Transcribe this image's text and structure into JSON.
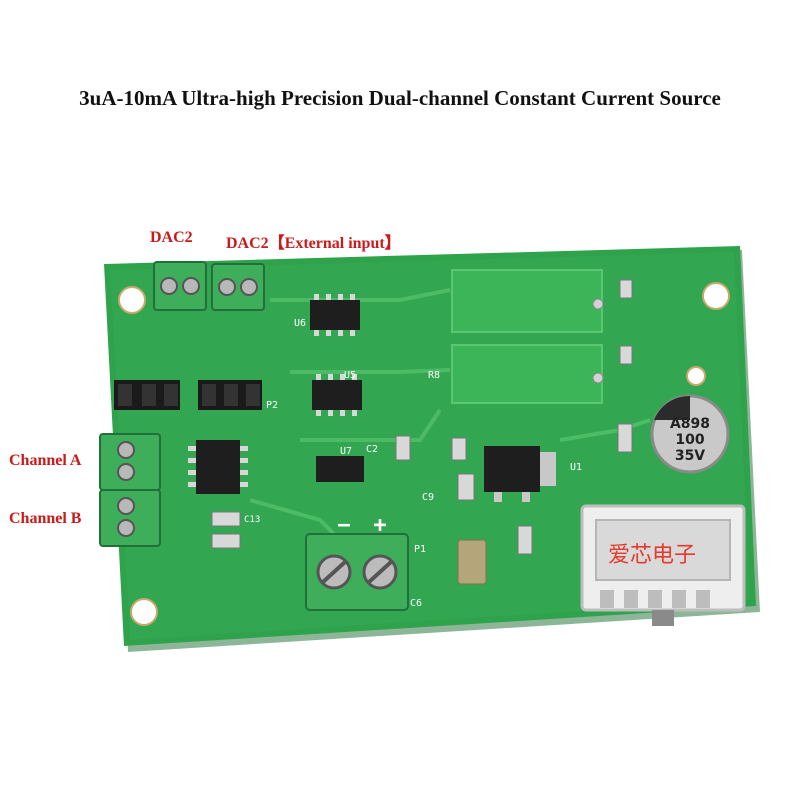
{
  "title": "3uA-10mA Ultra-high Precision Dual-channel Constant Current Source",
  "labels": {
    "dac2_left": "DAC2",
    "dac2_right": "DAC2【External input】",
    "channel_a": "Channel A",
    "channel_b": "Channel B"
  },
  "board": {
    "capacitor_marking_1": "A898",
    "capacitor_marking_2": "100",
    "capacitor_marking_3": "35V",
    "power_minus": "−",
    "power_plus": "+",
    "brand_label": "爱芯电子",
    "silk_u1": "U1",
    "silk_u5": "U5",
    "silk_u6": "U6",
    "silk_u7": "U7",
    "silk_c2": "C2",
    "silk_c9": "C9",
    "silk_c13": "C13",
    "silk_p2": "P2",
    "silk_c6": "C6",
    "silk_p1": "P1",
    "silk_r8": "R8"
  },
  "colors": {
    "pcb": "#2fa24c",
    "pcb_light": "#4dbb62",
    "terminal": "#3fae5a",
    "label_red": "#cc1a1a"
  }
}
